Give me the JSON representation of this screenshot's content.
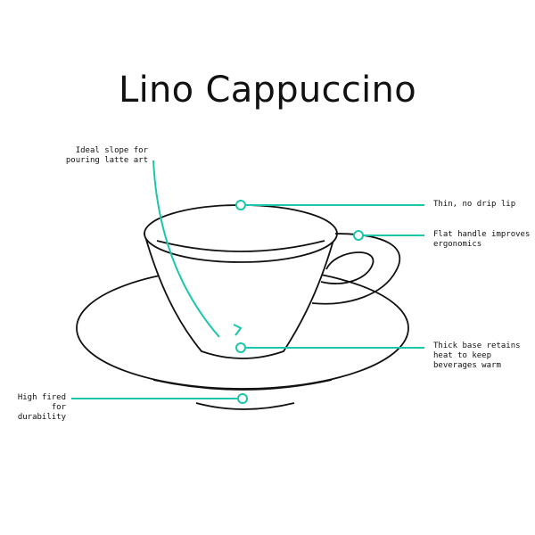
{
  "title": "Lino Cappuccino",
  "annotations": {
    "slope": [
      "Ideal slope for",
      "pouring latte art"
    ],
    "lip": [
      "Thin, no drip lip"
    ],
    "handle": [
      "Flat handle improves",
      "ergonomics"
    ],
    "base": [
      "Thick base retains",
      "heat to keep",
      "beverages warm"
    ],
    "fired": [
      "High fired for",
      "durability"
    ]
  },
  "colors": {
    "accent": "#1cc6aa",
    "ink": "#111111",
    "background": "#ffffff"
  }
}
